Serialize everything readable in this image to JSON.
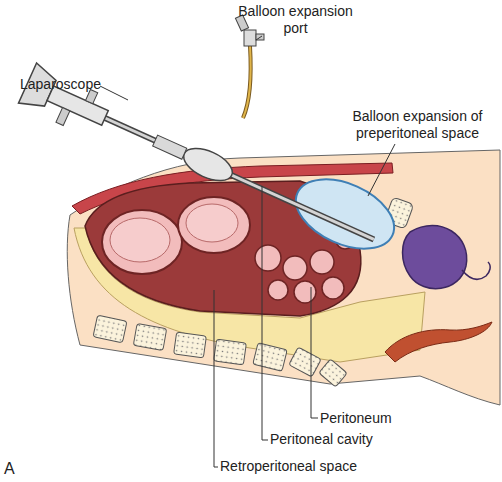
{
  "diagram": {
    "labels": [
      "Balloon expansion port",
      "Laparoscope",
      "Balloon expansion of preperitoneal space",
      "Peritoneum",
      "Peritoneal cavity",
      "Retroperitoneal space",
      "A"
    ]
  }
}
